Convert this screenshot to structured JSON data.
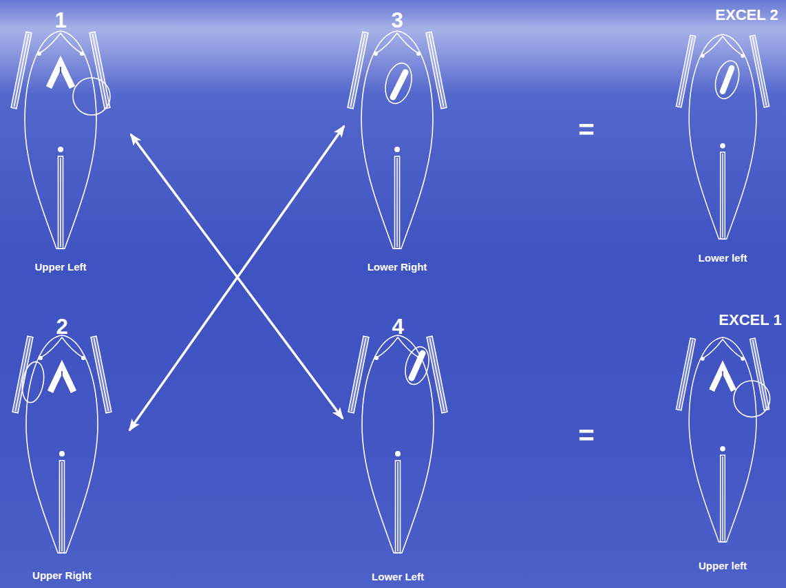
{
  "diagram": {
    "nodes": [
      {
        "text": [
          "1",
          "Upper Left"
        ]
      },
      {
        "text": [
          "3",
          "Lower Right"
        ]
      },
      {
        "text": [
          "EXCEL 2",
          "Lower left"
        ]
      },
      {
        "text": [
          "2",
          "Upper Right"
        ]
      },
      {
        "text": [
          "4",
          "Lower Left"
        ]
      },
      {
        "text": [
          "EXCEL 1",
          "Upper left"
        ]
      }
    ],
    "edges": [
      {
        "from": 0,
        "to": 4,
        "arrow": "both"
      },
      {
        "from": 1,
        "to": 3,
        "arrow": "both"
      }
    ],
    "labels": [
      "=",
      "="
    ]
  }
}
